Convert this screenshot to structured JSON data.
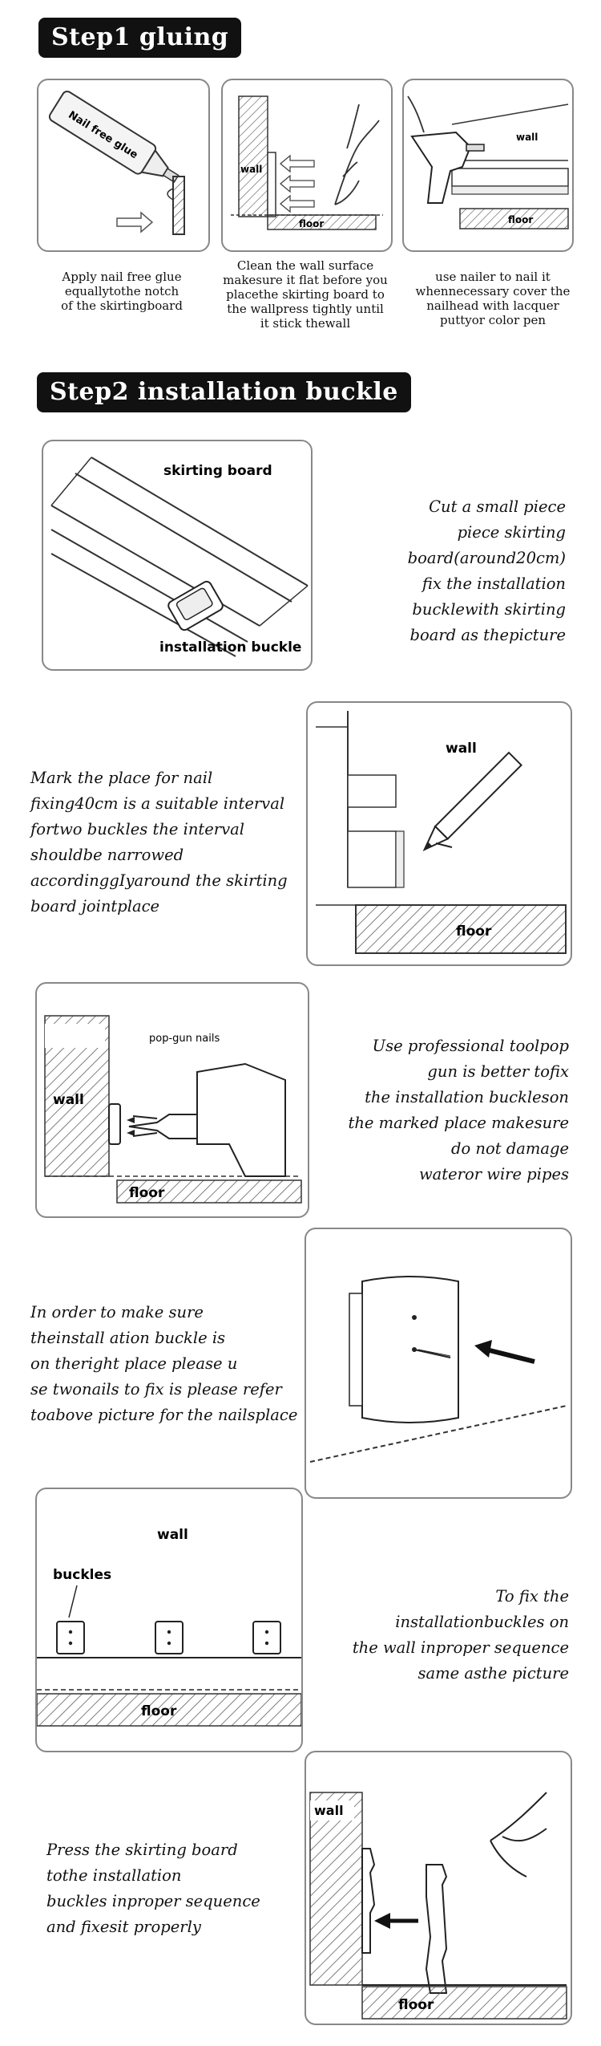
{
  "step1": {
    "title": "Step1 gluing",
    "panels": [
      {
        "tube_label": "Nail free glue"
      },
      {
        "wall_label": "wall",
        "floor_label": "floor"
      },
      {
        "wall_label": "wall",
        "floor_label": "floor"
      }
    ],
    "captions": [
      [
        "Apply nail free glue",
        "equallytothe notch",
        "of the skirtingboard"
      ],
      [
        "Clean the wall surface",
        "makesure it flat before you",
        "placethe skirting board to",
        "the wallpress tightly until",
        "it stick thewall"
      ],
      [
        "use nailer to nail it",
        "whennecessary cover the",
        "nailhead with lacquer",
        "puttyor color pen"
      ]
    ]
  },
  "step2": {
    "title": "Step2 installation buckle",
    "blocks": [
      {
        "labels": {
          "top": "skirting board",
          "bottom": "installation buckle"
        },
        "text": [
          "Cut a small piece",
          "piece skirting",
          "board(around20cm)",
          "fix the installation",
          "bucklewith skirting",
          "board as thepicture"
        ]
      },
      {
        "labels": {
          "wall": "wall",
          "floor": "floor"
        },
        "text": [
          "Mark the place for nail",
          "fixing40cm is a suitable interval",
          "fortwo buckles the interval",
          "shouldbe narrowed",
          "accordinggIyaround the skirting",
          "board jointplace"
        ]
      },
      {
        "labels": {
          "wall": "wall",
          "nails": "pop-gun nails",
          "floor": "floor"
        },
        "text": [
          "Use professional toolpop",
          "gun is better tofix",
          "the installation buckleson",
          "the marked place makesure",
          "do not damage",
          "wateror wire pipes"
        ]
      },
      {
        "labels": {},
        "text": [
          "In order to make sure",
          "theinstall ation buckle is",
          "on theright place please u",
          "se twonails to fix is please refer",
          "toabove picture for the nailsplace"
        ]
      },
      {
        "labels": {
          "wall": "wall",
          "buckles": "buckles",
          "floor": "floor"
        },
        "text": [
          "To fix the",
          "installationbuckles on",
          "the wall inproper sequence",
          "same asthe picture"
        ]
      },
      {
        "labels": {
          "wall": "wall",
          "floor": "floor"
        },
        "text": [
          "Press the skirting board",
          "tothe installation",
          "buckles inproper sequence",
          "and fixesit properly"
        ]
      }
    ]
  }
}
